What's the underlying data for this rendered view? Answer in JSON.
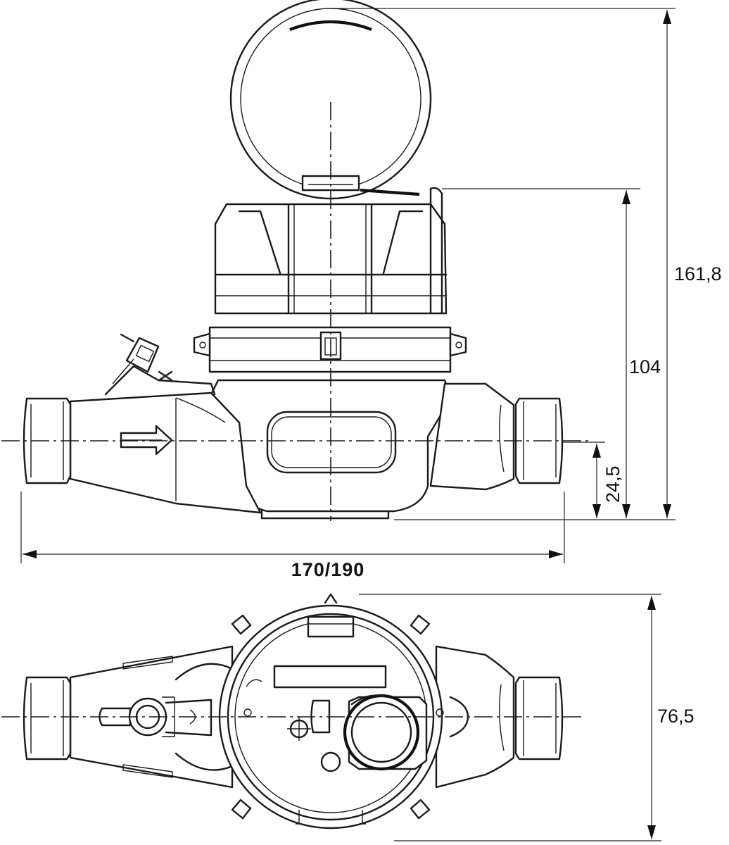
{
  "dimensions": {
    "total_height": "161,8",
    "body_height": "104",
    "axis_height": "24,5",
    "length": "170/190",
    "width": "76,5"
  }
}
